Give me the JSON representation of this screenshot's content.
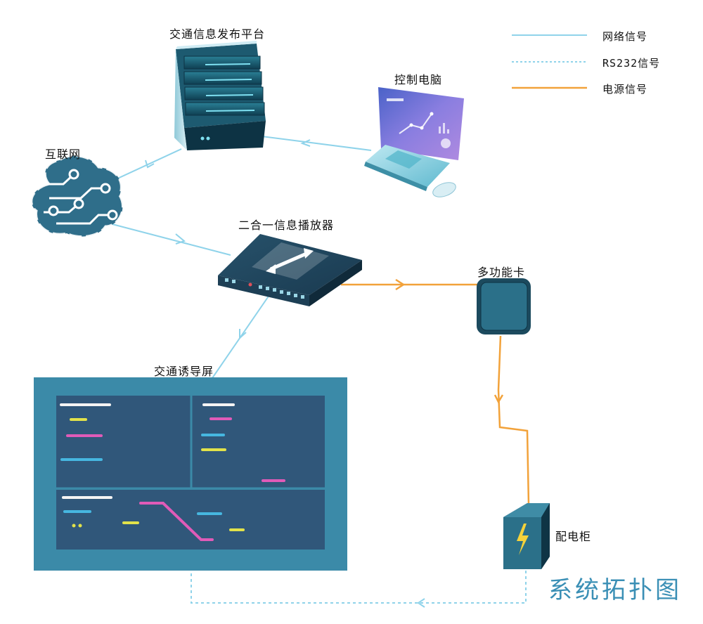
{
  "title": "系统拓扑图",
  "legend": [
    {
      "label": "网络信号",
      "color": "#8fd3ea",
      "style": "solid"
    },
    {
      "label": "RS232信号",
      "color": "#8fd3ea",
      "style": "dotted"
    },
    {
      "label": "电源信号",
      "color": "#f2a23a",
      "style": "solid"
    }
  ],
  "nodes": {
    "platform": "交通信息发布平台",
    "computer": "控制电脑",
    "internet": "互联网",
    "player": "二合一信息播放器",
    "card": "多功能卡",
    "screen": "交通诱导屏",
    "cabinet": "配电柜"
  },
  "colors": {
    "network": "#8fd3ea",
    "power": "#f2a23a",
    "screen_frame": "#3b8aa8",
    "screen_panel": "#30577a"
  }
}
